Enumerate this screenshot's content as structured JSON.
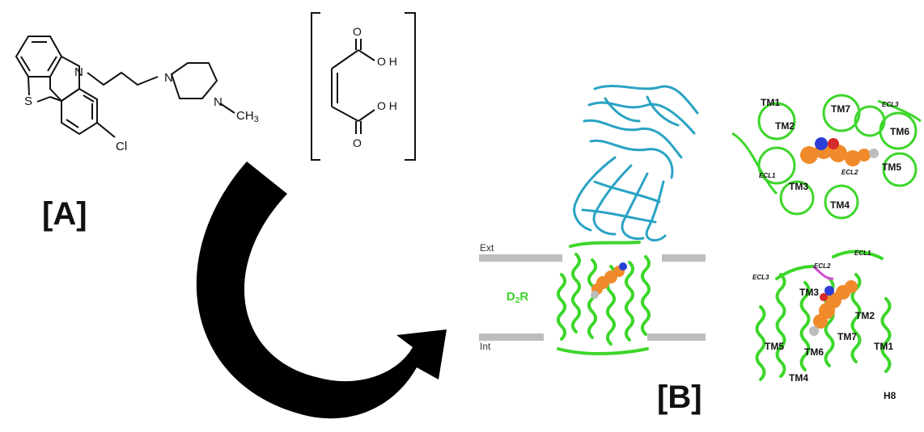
{
  "molecule": {
    "atoms": {
      "n_ring": "N",
      "s_ring": "S",
      "cl": "Cl",
      "n_pip_1": "N",
      "n_pip_2": "N",
      "methyl": "CH",
      "methyl_sub": "3"
    },
    "acid": {
      "oh_top": "O H",
      "oh_bottom": "O H",
      "o_top": "O",
      "o_bottom": "O"
    }
  },
  "panel_a": {
    "label": "[A]"
  },
  "panel_b": {
    "label": "[B]",
    "membrane": {
      "ext": "Ext",
      "int": "Int"
    },
    "receptor": {
      "main": "D",
      "sub": "2",
      "tail": "R"
    },
    "top_view": {
      "helices": [
        "TM1",
        "TM2",
        "TM7",
        "TM6",
        "TM5",
        "TM3",
        "TM4"
      ],
      "loops": [
        "ECL3",
        "ECL1",
        "ECL2"
      ]
    },
    "side_view": {
      "helices": [
        "TM3",
        "TM2",
        "TM7",
        "TM5",
        "TM6",
        "TM1",
        "TM4",
        "H8"
      ],
      "loops": [
        "ECL3",
        "ECL2",
        "ECL1"
      ]
    }
  },
  "colors": {
    "antibody": "#29a3c4",
    "receptor": "#3dd62b",
    "ligand": "#f08a2a",
    "membrane": "#bdbdbd",
    "arrow": "#000000",
    "loop_highlight": "#d14bd1"
  }
}
